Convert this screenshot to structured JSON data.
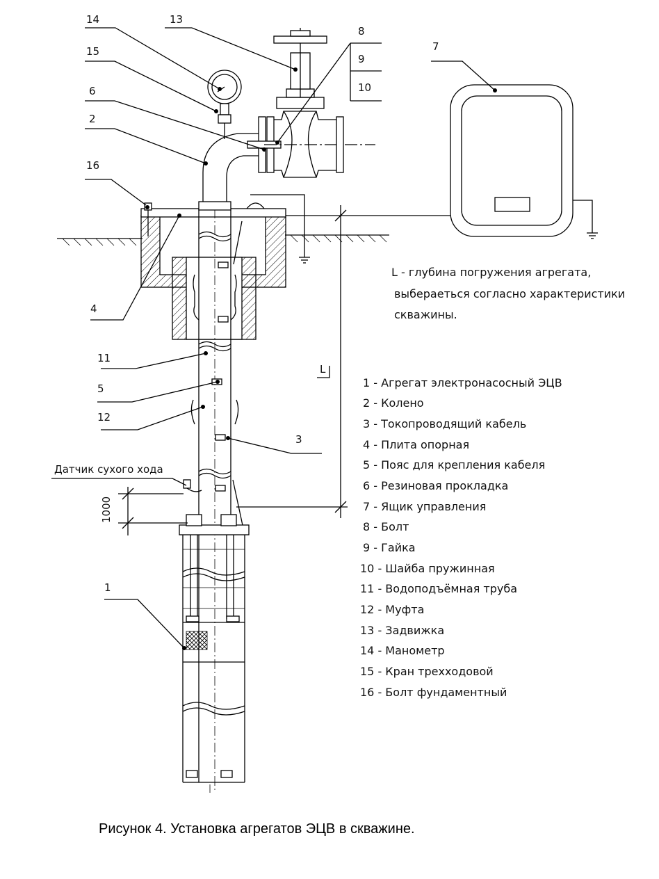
{
  "callouts": {
    "n14": "14",
    "n13": "13",
    "n15": "15",
    "n6": "6",
    "n2": "2",
    "n16": "16",
    "n8": "8",
    "n9": "9",
    "n10": "10",
    "n7": "7",
    "n4": "4",
    "n11": "11",
    "n5": "5",
    "n12": "12",
    "n3": "3",
    "n1": "1"
  },
  "sensor_label": "Датчик сухого хода",
  "dimension": "1000",
  "depth_marker": "L",
  "note": {
    "line1": "L - глубина погружения агрегата,",
    "line2": "выбераеться согласно характеристики",
    "line3": "скважины."
  },
  "legend": [
    "1 - Агрегат электронасосный ЭЦВ",
    "2 - Колено",
    "3 - Токопроводящий кабель",
    "4 - Плита опорная",
    "5 - Пояс для крепления кабеля",
    "6 - Резиновая прокладка",
    "7 - Ящик управления",
    "8 - Болт",
    "9 - Гайка",
    "10 - Шайба пружинная",
    "11 - Водоподъёмная труба",
    "12 - Муфта",
    "13 - Задвижка",
    "14 - Манометр",
    "15 - Кран трехходовой",
    "16 - Болт фундаментный"
  ],
  "caption": "Рисунок 4. Установка агрегатов ЭЦВ в скважине."
}
